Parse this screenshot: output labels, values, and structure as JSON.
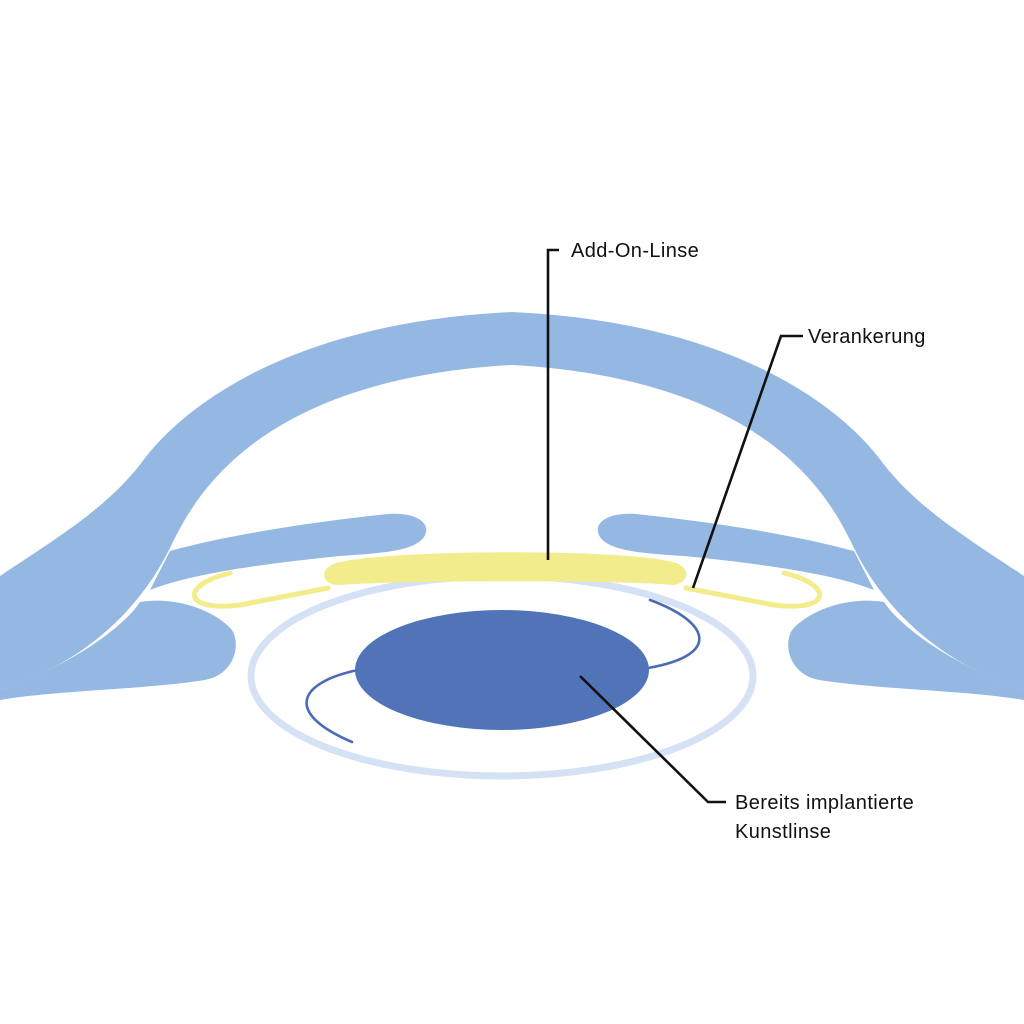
{
  "labels": {
    "add_on_lens": "Add-On-Linse",
    "anchoring": "Verankerung",
    "implanted_lens_line1": "Bereits implantierte",
    "implanted_lens_line2": "Kunstlinse"
  },
  "colors": {
    "background": "#ffffff",
    "eye_tissue": "#95b8e2",
    "add_on_lens": "#f2ec8c",
    "implanted_lens_optic": "#5174b8",
    "implanted_lens_haptics": "#4a6cb5",
    "capsular_bag": "#d5e1f4",
    "leader_lines": "#111111"
  }
}
